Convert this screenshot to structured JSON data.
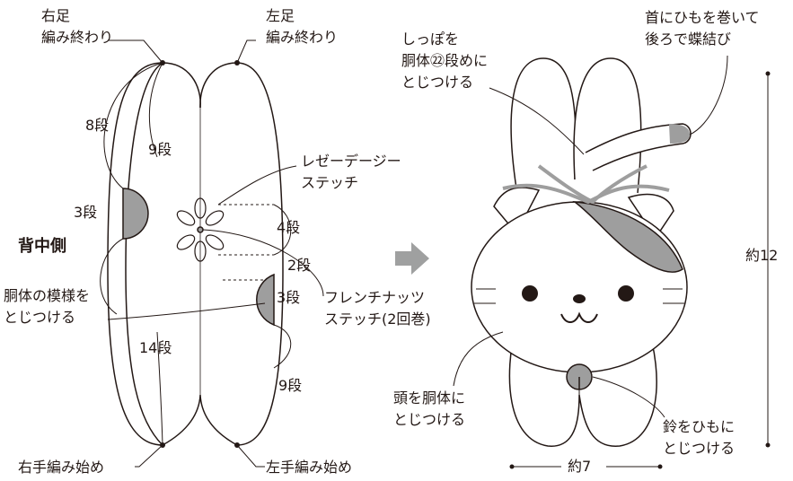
{
  "left": {
    "right_foot_end": [
      "右足",
      "編み終わり"
    ],
    "left_foot_end": [
      "左足",
      "編み終わり"
    ],
    "rows_8": "8段",
    "rows_9_top": "9段",
    "rows_3_left": "3段",
    "back_side": "背中側",
    "lazy_daisy": [
      "レゼーデージー",
      "ステッチ"
    ],
    "rows_4": "4段",
    "rows_2": "2段",
    "rows_3_right": "3段",
    "body_pattern": [
      "胴体の模様を",
      "とじつける"
    ],
    "french_knot": [
      "フレンチナッツ",
      "ステッチ(2回巻)"
    ],
    "rows_14": "14段",
    "rows_9_bottom": "9段",
    "right_hand_start": "右手編み始め",
    "left_hand_start": "左手編み始め"
  },
  "right": {
    "tail": [
      "しっぽを",
      "胴体㉒段めに",
      "とじつける"
    ],
    "neck_ribbon": [
      "首にひもを巻いて",
      "後ろで蝶結び"
    ],
    "height": "約12",
    "head_attach": [
      "頭を胴体に",
      "とじつける"
    ],
    "bell": [
      "鈴をひもに",
      "とじつける"
    ],
    "width": "約7"
  },
  "colors": {
    "line": "#231815",
    "gray": "#9e9e9e",
    "light_gray": "#d9d9d9",
    "arrow": "#9fa0a0"
  }
}
